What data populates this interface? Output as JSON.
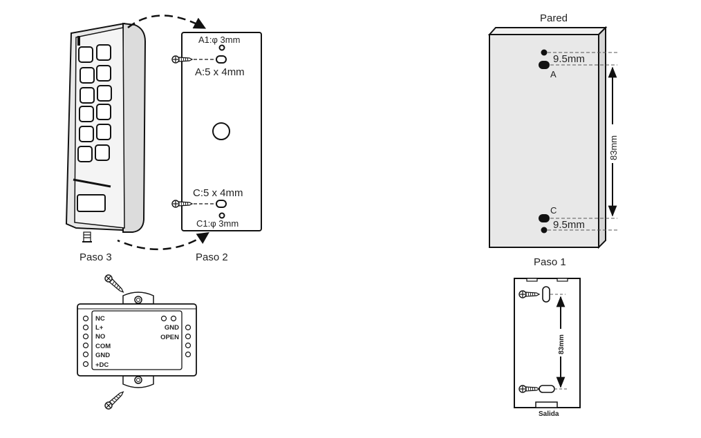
{
  "steps": {
    "step1": "Paso 1",
    "step2": "Paso 2",
    "step3": "Paso 3"
  },
  "wall": {
    "title": "Pared",
    "hole_top": "A",
    "hole_bottom": "C",
    "gap_top": "9.5mm",
    "gap_bottom": "9.5mm",
    "span": "83mm"
  },
  "backplate": {
    "a1": "A1:φ 3mm",
    "a": "A:5 x 4mm",
    "c": "C:5 x 4mm",
    "c1": "C1:φ 3mm"
  },
  "mount_plate": {
    "span": "83mm",
    "exit": "Salida"
  },
  "controller": {
    "left_terminals": [
      "NC",
      "L+",
      "NO",
      "COM",
      "GND",
      "+DC"
    ],
    "right_terminals": [
      "GND",
      "OPEN"
    ]
  }
}
